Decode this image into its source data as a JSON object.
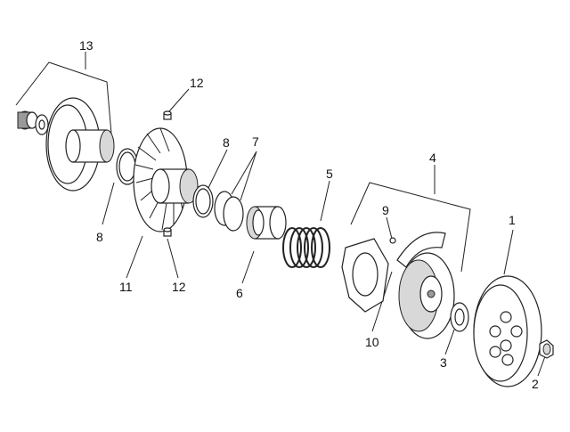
{
  "labels": {
    "p1": "1",
    "p2": "2",
    "p3": "3",
    "p4": "4",
    "p5": "5",
    "p6": "6",
    "p7": "7",
    "p8a": "8",
    "p8b": "8",
    "p9": "9",
    "p10": "10",
    "p11": "11",
    "p12a": "12",
    "p12b": "12",
    "p13": "13"
  }
}
